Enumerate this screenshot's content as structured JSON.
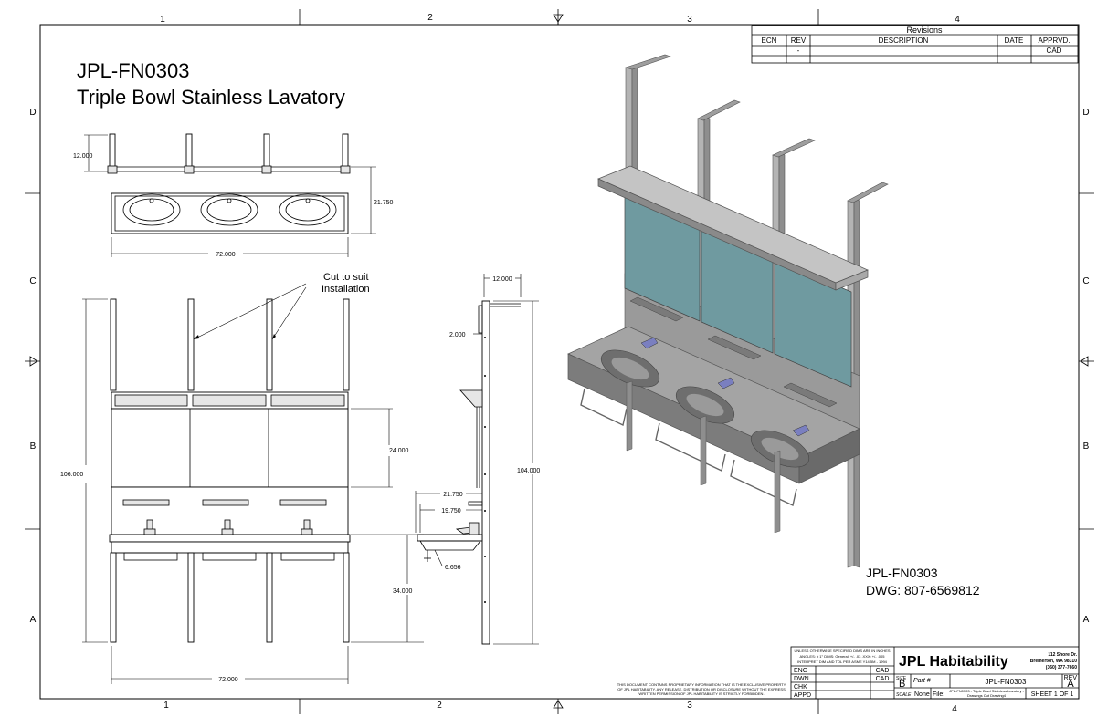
{
  "title": {
    "part_number": "JPL-FN0303",
    "description": "Triple Bowl Stainless Lavatory"
  },
  "zones": {
    "columns": [
      "1",
      "2",
      "3",
      "4"
    ],
    "rows": [
      "D",
      "C",
      "B",
      "A"
    ]
  },
  "revisions": {
    "header": "Revisions",
    "columns": [
      "ECN",
      "REV",
      "DESCRIPTION",
      "DATE",
      "APPRVD."
    ],
    "row": [
      "",
      "-",
      "",
      "",
      "CAD"
    ]
  },
  "dimensions": {
    "top_depth": "12.000",
    "top_width_depth": "21.750",
    "top_length": "72.000",
    "front_height": "106.000",
    "mirror_height": "24.000",
    "counter_height": "34.000",
    "front_length": "72.000",
    "side_shelf_depth": "12.000",
    "side_offset": "2.000",
    "side_depth": "21.750",
    "side_bowl": "19.750",
    "side_small": "6.656",
    "side_height": "104.000"
  },
  "annotation": {
    "cut_line1": "Cut to suit",
    "cut_line2": "Installation"
  },
  "iso_label": {
    "part_number": "JPL-FN0303",
    "dwg": "DWG:  807-6569812"
  },
  "proprietary": {
    "line1": "THIS DOCUMENT CONTAINS PROPRIETARY INFORMATION THAT IS THE EXCLUSIVE PROPERTY",
    "line2": "OF JPL HABITABILITY.  ANY RELEASE, DISTRIBUTION OR DISCLOSURE WITHOUT THE EXPRESS",
    "line3": "WRITTEN PERMISSION OF JPL HABITABILITY IS STRICTLY FORBIDDEN."
  },
  "title_block": {
    "tolerance_line1": "UNLESS OTHERWISE SPECIFIED DIMS ARE IN INCHES",
    "tolerance_line2": "ANGLES: ± 1°   DIMS: General: +/- .03   .XXX: +/- .005",
    "tolerance_line3": "INTERPRET DIM AND TOL PER ASME Y14.5M - 1994",
    "roles": [
      "ENG",
      "DWN",
      "CHK",
      "APPD"
    ],
    "role_values": [
      "CAD",
      "CAD",
      "",
      ""
    ],
    "company": "JPL Habitability",
    "address1": "112  Shore Dr.",
    "address2": "Bremerton, WA 98310",
    "phone": "(360) 377-7660",
    "size_label": "SIZE",
    "size_value": "B",
    "part_label": "Part #",
    "part_value": "JPL-FN0303",
    "rev_label": "REV",
    "rev_value": "A",
    "scale_label": "SCALE",
    "scale_value": "None",
    "file_label": "File:",
    "file_value1": "JPL-FN0303 - Triple Bowl Stainless Lavatory -",
    "file_value2": "Drawings Cut Drawing4",
    "sheet": "SHEET 1 OF 1"
  },
  "colors": {
    "line": "#000000",
    "glass": "#6f9aa0",
    "steel_light": "#b4b4b4",
    "steel_mid": "#8e8e8e",
    "steel_dark": "#6a6a6a",
    "fixture": "#7a7fc0"
  }
}
